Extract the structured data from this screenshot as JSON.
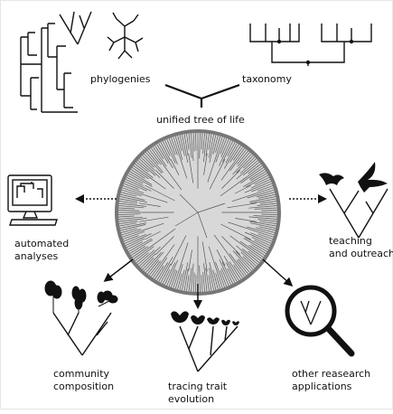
{
  "labels": {
    "phylogenies": "phylogenies",
    "taxonomy": "taxonomy",
    "unified": "unified tree of life",
    "automated_1": "automated",
    "automated_2": "analyses",
    "teaching_1": "teaching",
    "teaching_2": "and outreach",
    "community_1": "community",
    "community_2": "composition",
    "tracing_1": "tracing trait",
    "tracing_2": "evolution",
    "other_1": "other reasearch",
    "other_2": "applications"
  },
  "icons": {
    "computer": "computer-icon",
    "bat": "bat-icon",
    "eagle": "eagle-icon",
    "plant": "plant-icon",
    "butterfly": "butterfly-icon",
    "magnifier": "magnifying-glass-icon",
    "tree": "circular-tree-icon"
  },
  "colors": {
    "ink": "#111111",
    "tree_ring": "#777777",
    "tree_fill": "#d8d8d8"
  }
}
